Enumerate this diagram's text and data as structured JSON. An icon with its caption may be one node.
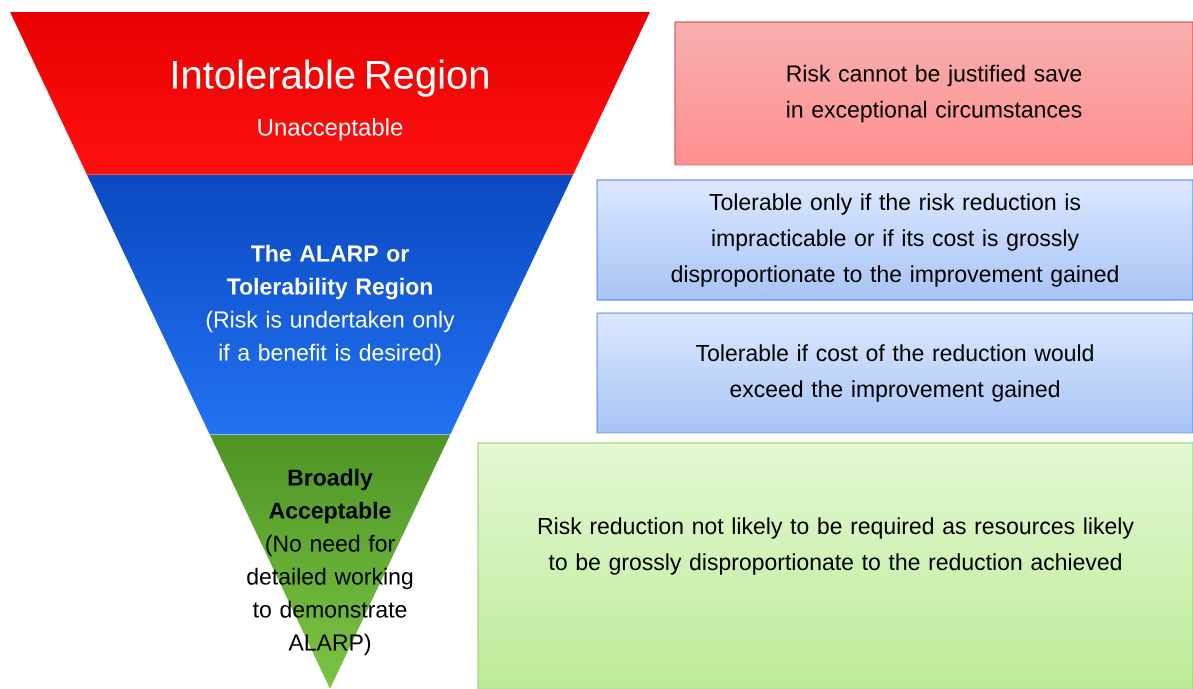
{
  "diagram": {
    "nodes": [
      {
        "text": [
          "Intolerable Region",
          "Unacceptable"
        ]
      },
      {
        "text": [
          "The ALARP or Tolerability Region",
          "(Risk is undertaken only if a benefit is desired)"
        ]
      },
      {
        "text": [
          "Broadly Acceptable",
          "(No need for detailed working to demonstrate ALARP)"
        ]
      },
      {
        "text": [
          "Risk cannot be justified save in exceptional circumstances"
        ]
      },
      {
        "text": [
          "Tolerable only if the risk reduction is impracticable or if its cost is grossly disproportionate to the improvement gained"
        ]
      },
      {
        "text": [
          "Tolerable if cost of the reduction would exceed the improvement gained"
        ]
      },
      {
        "text": [
          "Risk reduction not likely to be required as resources likely to be grossly disproportionate to the reduction achieved"
        ]
      }
    ]
  }
}
